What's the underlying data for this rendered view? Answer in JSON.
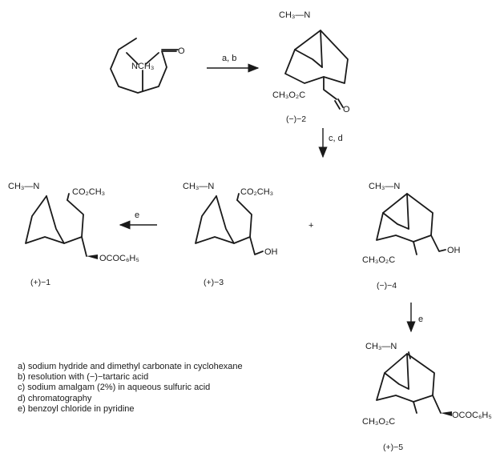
{
  "reagents": {
    "step1": "a, b",
    "step2": "c, d",
    "step3": "e",
    "step4": "e"
  },
  "compounds": {
    "start": {
      "n_label": "NCH₃",
      "ketone_o": "O"
    },
    "c2": {
      "n_label": "CH₃—N",
      "ester": "CH₃O₂C",
      "ketone_o": "O",
      "caption": "(−)−2"
    },
    "c1": {
      "n_label": "CH₃—N",
      "ester": "CO₂CH₃",
      "benzoate": "OCOC₆H₅",
      "caption": "(+)−1"
    },
    "c3": {
      "n_label": "CH₃—N",
      "ester": "CO₂CH₃",
      "oh": "OH",
      "caption": "(+)−3"
    },
    "c4": {
      "n_label": "CH₃—N",
      "ester": "CH₃O₂C",
      "oh": "OH",
      "caption": "(−)−4"
    },
    "c5": {
      "n_label": "CH₃—N",
      "ester": "CH₃O₂C",
      "benzoate": "OCOC₆H₅",
      "caption": "(+)−5"
    }
  },
  "plus_sign": "+",
  "notes": [
    "a)  sodium hydride and dimethyl carbonate in cyclohexane",
    "b)  resolution with (−)−tartaric acid",
    "c)  sodium amalgam (2%) in aqueous sulfuric acid",
    "d)  chromatography",
    "e)  benzoyl chloride in pyridine"
  ]
}
